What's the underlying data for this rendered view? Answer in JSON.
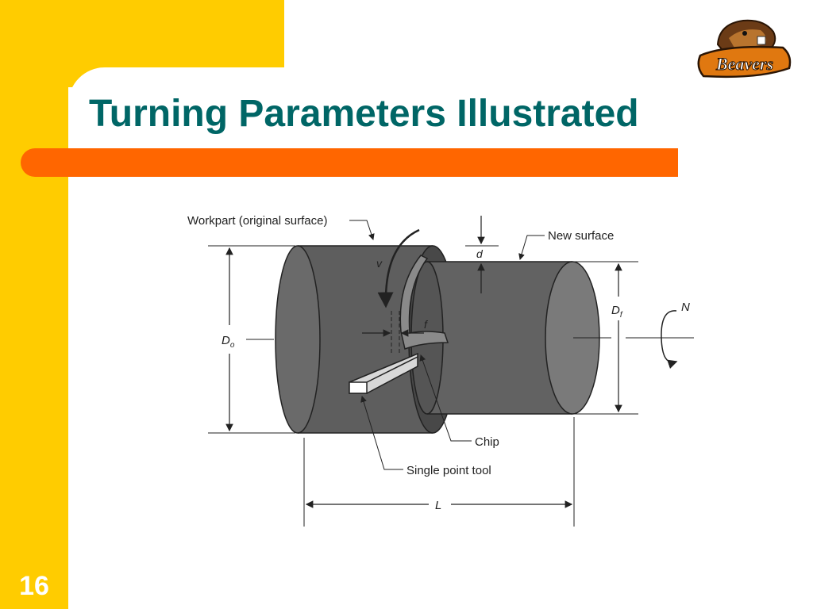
{
  "slide": {
    "title": "Turning Parameters Illustrated",
    "number": "16",
    "colors": {
      "yellow": "#FFCC00",
      "orange": "#FF6600",
      "title": "#006666",
      "logo_brown": "#6b3b16",
      "logo_orange": "#e07810"
    }
  },
  "logo": {
    "text": "Beavers",
    "icon": "beaver-mascot-icon"
  },
  "diagram": {
    "labels": {
      "workpart": "Workpart (original surface)",
      "new_surface": "New surface",
      "chip": "Chip",
      "tool": "Single point tool",
      "d": "d",
      "v": "v",
      "f": "f",
      "D": "D",
      "o": "o",
      "f_sub": "f",
      "N": "N",
      "L": "L"
    }
  }
}
